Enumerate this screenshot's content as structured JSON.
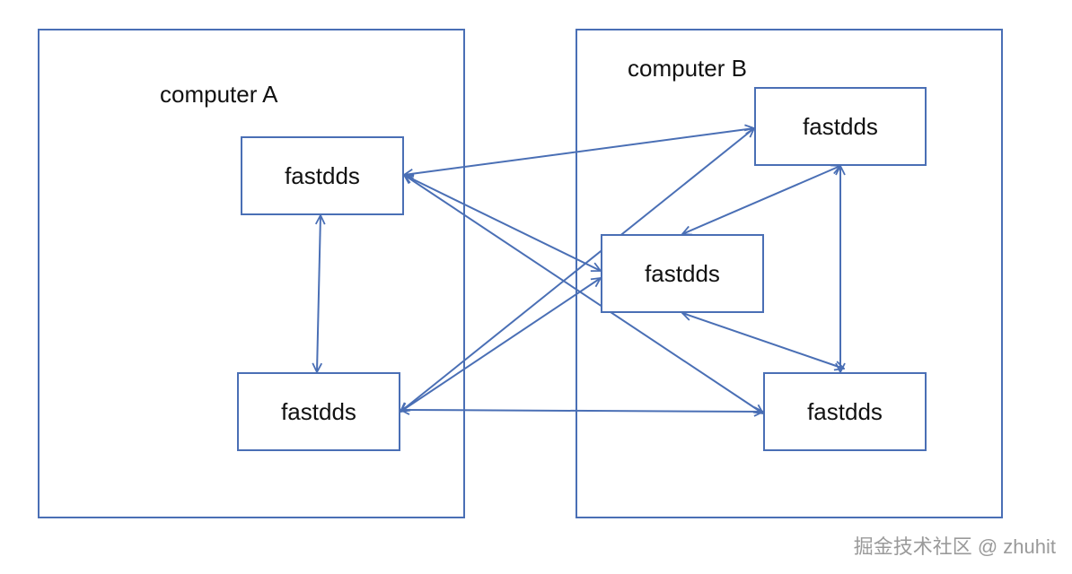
{
  "containers": {
    "computer_a": {
      "label": "computer A"
    },
    "computer_b": {
      "label": "computer B"
    }
  },
  "nodes": {
    "a1": {
      "label": "fastdds"
    },
    "a2": {
      "label": "fastdds"
    },
    "b1": {
      "label": "fastdds"
    },
    "b2": {
      "label": "fastdds"
    },
    "b3": {
      "label": "fastdds"
    }
  },
  "edges": [
    {
      "from": "a1",
      "to": "a2",
      "bidirectional": true
    },
    {
      "from": "a1",
      "to": "b1",
      "bidirectional": true
    },
    {
      "from": "a1",
      "to": "b2",
      "bidirectional": true
    },
    {
      "from": "a1",
      "to": "b3",
      "bidirectional": true
    },
    {
      "from": "a2",
      "to": "b1",
      "bidirectional": true
    },
    {
      "from": "a2",
      "to": "b2",
      "bidirectional": true
    },
    {
      "from": "a2",
      "to": "b3",
      "bidirectional": true
    },
    {
      "from": "b1",
      "to": "b2",
      "bidirectional": true
    },
    {
      "from": "b1",
      "to": "b3",
      "bidirectional": true
    },
    {
      "from": "b2",
      "to": "b3",
      "bidirectional": true
    }
  ],
  "colors": {
    "stroke": "#4a6fb5",
    "text": "#111111",
    "watermark": "#9a9a9a"
  },
  "watermark": "掘金技术社区 @ zhuhit"
}
